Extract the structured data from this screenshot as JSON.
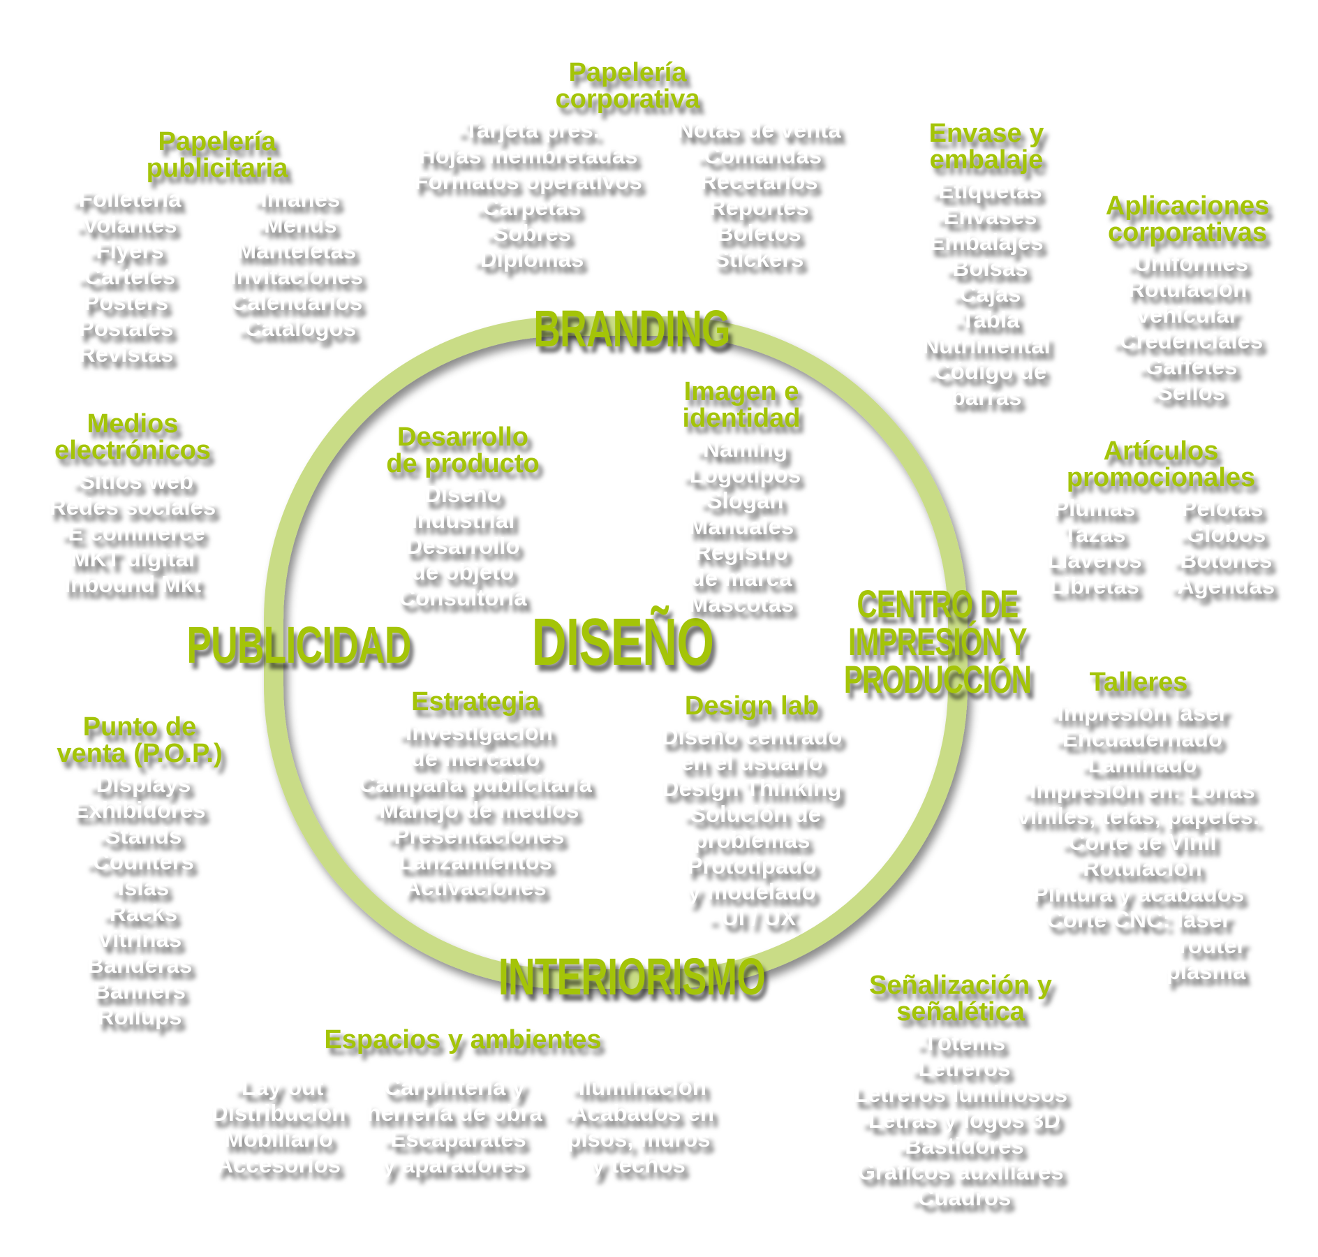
{
  "colors": {
    "accent": "#a4c408",
    "ring": "#c9dc86",
    "item_text": "#ffffff"
  },
  "center": {
    "title": "DISEÑO"
  },
  "areas": {
    "branding": [
      "BRANDING"
    ],
    "publicidad": [
      "PUBLICIDAD"
    ],
    "centro": [
      "CENTRO DE",
      "IMPRESIÓN Y",
      "PRODUCCIÓN"
    ],
    "interiorismo": [
      "INTERIORISMO"
    ]
  },
  "blocks": {
    "pap_pub": {
      "heading": [
        "Papelería",
        "publicitaria"
      ],
      "columns": [
        [
          "-Folletería",
          "-Volantes",
          "-Flyers",
          "-Carteles",
          "Posters",
          "Postales",
          "Revistas"
        ],
        [
          "-Imanes",
          "-Menús",
          "Manteletas",
          "Invitaciones",
          "Calendarios",
          "-Catálogos"
        ]
      ]
    },
    "pap_corp": {
      "heading": [
        "Papelería",
        "corporativa"
      ],
      "columns": [
        [
          "-Tarjeta pres.",
          "Hojas membretadas",
          "Formatos operativos",
          "-Carpetas",
          "-Sobres",
          "-Diplomas"
        ],
        [
          "Notas de venta",
          "-Comandas",
          "Recetarios",
          "Reportes",
          "Boletos",
          "Stickers"
        ]
      ]
    },
    "envase": {
      "heading": [
        "Envase y",
        "embalaje"
      ],
      "columns": [
        [
          "-Etiquetas",
          "-Envases",
          "Embalajes",
          "-Bolsas",
          "-Cajas",
          "-Tabla",
          "Nutrimental",
          "-Código de",
          "barras"
        ]
      ]
    },
    "aplic": {
      "heading": [
        "Aplicaciones",
        "corporativas"
      ],
      "columns": [
        [
          "-Uniformes",
          "Rotulación",
          "vehicular",
          "-Credenciales",
          "-Gaffetes",
          "-Sellos"
        ]
      ]
    },
    "imagen": {
      "heading": [
        "Imagen e",
        "identidad"
      ],
      "columns": [
        [
          "-Naming",
          "-Logotipos",
          "-Slogan",
          "Manuales",
          "Registro",
          "de marca",
          "Mascotas"
        ]
      ]
    },
    "desarrollo": {
      "heading": [
        "Desarrollo",
        "de producto"
      ],
      "columns": [
        [
          "Diseño",
          "Industrial",
          "Desarrollo",
          "de objeto",
          "Consultoría"
        ]
      ]
    },
    "medios": {
      "heading": [
        "Medios",
        "electrónicos"
      ],
      "columns": [
        [
          "-Sitios web",
          "Redes sociales",
          "-E commerce",
          "MKT digital",
          "Inbound Mkt"
        ]
      ]
    },
    "articulos": {
      "heading": [
        "Artículos",
        "promocionales"
      ],
      "columns": [
        [
          "Plumas",
          "Tazas",
          "Llaveros",
          "Libretas"
        ],
        [
          "Pelotas",
          "-Globos",
          "-Botones",
          "-Agendas"
        ]
      ]
    },
    "talleres": {
      "heading": [
        "Talleres"
      ],
      "columns": [
        [
          "-Impresión láser",
          "-Encuadernado",
          "-Laminado",
          "-Impresión en: Lonas",
          "viniles, telas, papeles.",
          "-Corte de Vinil",
          "-Rotulación",
          "Pintura y acabados",
          "Corte CNC: láser",
          "router",
          "plasma"
        ]
      ]
    },
    "punto": {
      "heading": [
        "Punto de",
        "venta (P.O.P.)"
      ],
      "columns": [
        [
          "-Displays",
          "Exhibidores",
          "-Stands",
          "-Counters",
          "-Islas",
          "-Racks",
          "Vitrinas",
          "Banderas",
          "Banners",
          "Rollups"
        ]
      ]
    },
    "estrategia": {
      "heading": [
        "Estrategia"
      ],
      "columns": [
        [
          "-Investigación",
          "de mercado",
          "Campaña publicitaria",
          "-Manejo de medios",
          "-Presentaciones",
          "Lanzamientos",
          "Activaciones"
        ]
      ]
    },
    "designlab": {
      "heading": [
        "Design lab"
      ],
      "columns": [
        [
          "Diseño centrado",
          "en el usuario",
          "Design Thinking",
          "-Solución de",
          "problemas",
          "Prototipado",
          "y modelado",
          "- UI / UX"
        ]
      ]
    },
    "senal": {
      "heading": [
        "Señalización y",
        "señalética"
      ],
      "columns": [
        [
          "-Tótems",
          "-Letreros",
          "Letreros luminosos",
          "-Letras y logos 3D",
          "-Bastidores",
          "Gráficos auxiliares",
          "-Cuadros"
        ]
      ]
    },
    "espacios": {
      "heading": [
        "Espacios y ambientes"
      ],
      "columns": [
        [
          "-Lay out",
          "Distribución",
          "Mobiliario",
          "Accesorios"
        ],
        [
          "Carpintería y",
          "herrería de obra",
          "-Escaparates",
          "y aparadores"
        ],
        [
          "-Iluminación",
          "-Acabados en",
          "pisos, muros",
          "y techos"
        ]
      ]
    }
  }
}
